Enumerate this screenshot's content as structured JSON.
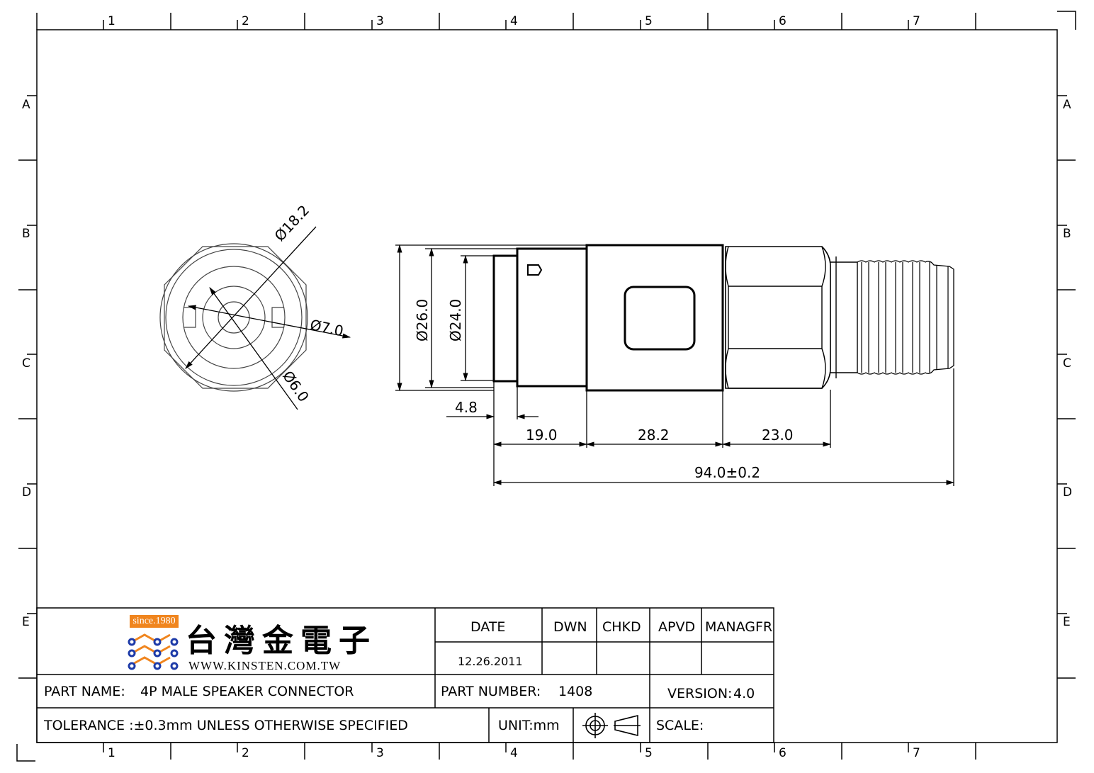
{
  "border": {
    "column_labels": [
      "1",
      "2",
      "3",
      "4",
      "5",
      "6",
      "7"
    ],
    "row_labels": [
      "A",
      "B",
      "C",
      "D",
      "E"
    ]
  },
  "front_view": {
    "dims": {
      "outer_dia": "Ø18.2",
      "pin_circle": "Ø7.0",
      "inner_dia": "Ø6.0"
    }
  },
  "side_view": {
    "dims": {
      "body_dia": "Ø26.0",
      "face_dia": "Ø24.0",
      "front_len": "4.8",
      "seg1": "19.0",
      "seg2": "28.2",
      "seg3": "23.0",
      "overall": "94.0±0.2"
    }
  },
  "title_block": {
    "logo": {
      "since": "since.1980",
      "company_cjk": "台灣金電子",
      "website": "WWW.KINSTEN.COM.TW",
      "colors": {
        "accent": "#f0851e",
        "dots": "#1e3ba8"
      }
    },
    "headers": {
      "date": "DATE",
      "dwn": "DWN",
      "chkd": "CHKD",
      "apvd": "APVD",
      "managfr": "MANAGFR"
    },
    "date_value": "12.26.2011",
    "part_name_label": "PART  NAME:",
    "part_name_value": "4P MALE SPEAKER CONNECTOR",
    "part_number_label": "PART  NUMBER:",
    "part_number_value": "1408",
    "version_label": "VERSION:",
    "version_value": "4.0",
    "tolerance": "TOLERANCE  :±0.3mm  UNLESS  OTHERWISE  SPECIFIED",
    "unit": "UNIT:mm",
    "scale_label": "SCALE:",
    "projection_icon": "first-angle-projection-icon"
  }
}
